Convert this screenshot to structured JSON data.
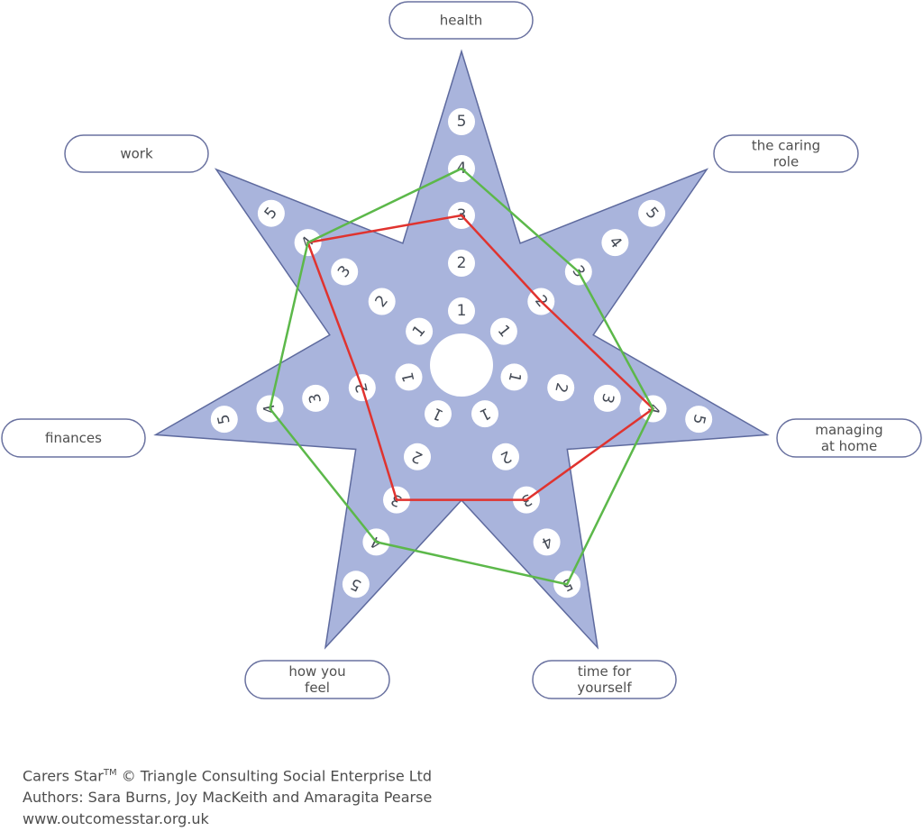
{
  "title": "Carers Star",
  "colors": {
    "star_fill": "#a9b4dc",
    "star_stroke": "#5e6a9e",
    "pill_stroke": "#6a72a0",
    "series_red": "#e0332f",
    "series_green": "#5cb84a"
  },
  "chart_data": {
    "type": "radar",
    "scale": [
      1,
      2,
      3,
      4,
      5
    ],
    "axes": [
      "health",
      "the caring role",
      "managing at home",
      "time for yourself",
      "how you feel",
      "finances",
      "work"
    ],
    "axis_label_lines": [
      [
        "health"
      ],
      [
        "the caring",
        "role"
      ],
      [
        "managing",
        "at home"
      ],
      [
        "time for",
        "yourself"
      ],
      [
        "how you",
        "feel"
      ],
      [
        "finances"
      ],
      [
        "work"
      ]
    ],
    "series": [
      {
        "name": "red",
        "color": "#e0332f",
        "values": [
          3,
          2,
          4,
          3,
          3,
          2,
          4
        ]
      },
      {
        "name": "green",
        "color": "#5cb84a",
        "values": [
          4,
          3,
          4,
          5,
          4,
          4,
          4
        ]
      }
    ]
  },
  "footer": {
    "line1_prefix": "Carers Star",
    "line1_tm": "TM",
    "line1_suffix": " © Triangle Consulting Social Enterprise Ltd",
    "line2": "Authors: Sara Burns, Joy MacKeith and Amaragita Pearse",
    "line3": "www.outcomesstar.org.uk"
  }
}
